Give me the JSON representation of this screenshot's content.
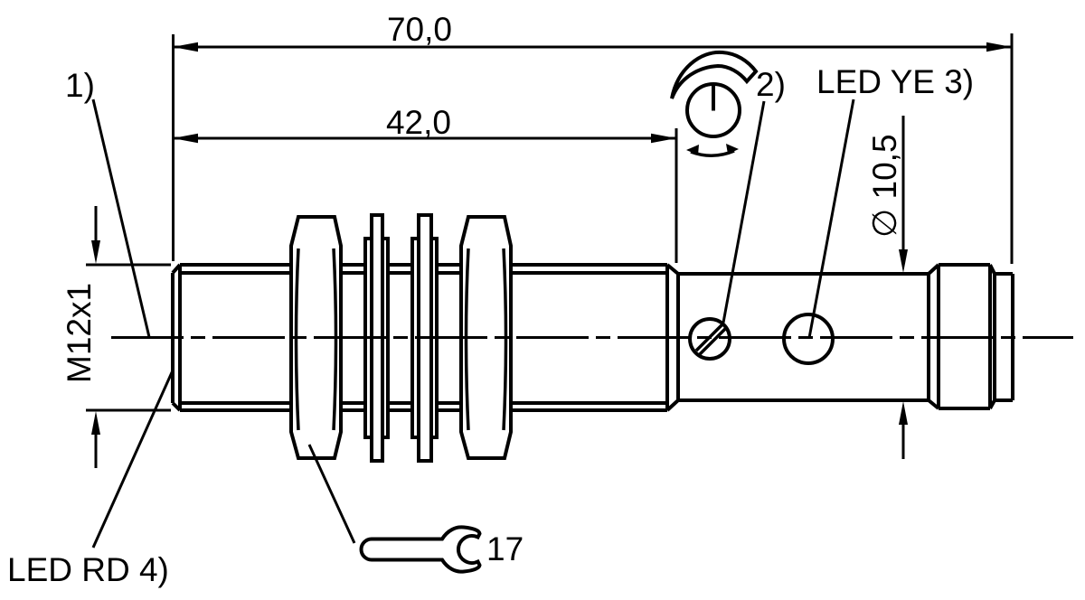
{
  "drawing": {
    "background": "#ffffff",
    "line_color": "#000000",
    "dims": {
      "overall_length": "70,0",
      "thread_length": "42,0",
      "thread_size": "M12x1",
      "rear_diameter": "∅ 10,5",
      "wrench_size": "17"
    },
    "refs": {
      "active_face": "1)",
      "adjuster": "2)",
      "led_yellow": "LED YE 3)",
      "led_red": "LED RD 4)"
    }
  }
}
